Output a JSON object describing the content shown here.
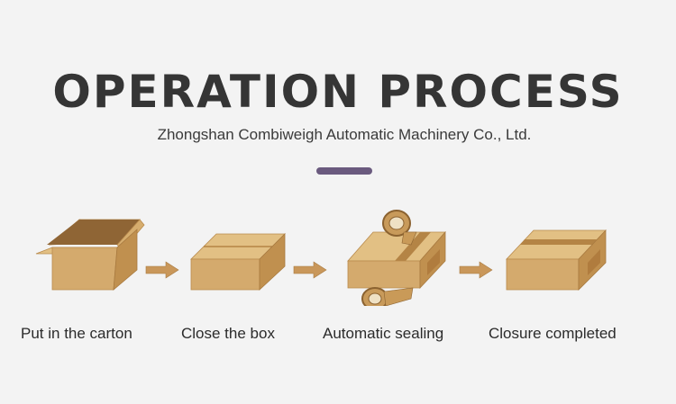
{
  "header": {
    "title": "OPERATION PROCESS",
    "company": "Zhongshan Combiweigh Automatic Machinery Co., Ltd."
  },
  "steps": [
    {
      "label": "Put in the carton"
    },
    {
      "label": "Close the box"
    },
    {
      "label": "Automatic sealing"
    },
    {
      "label": "Closure completed"
    }
  ],
  "colors": {
    "background": "#f3f3f3",
    "title": "#353535",
    "divider": "#6a5a7e",
    "box_front": "#d4aa6d",
    "box_top": "#e2c084",
    "box_side": "#c0904f",
    "arrow": "#c9975a"
  }
}
